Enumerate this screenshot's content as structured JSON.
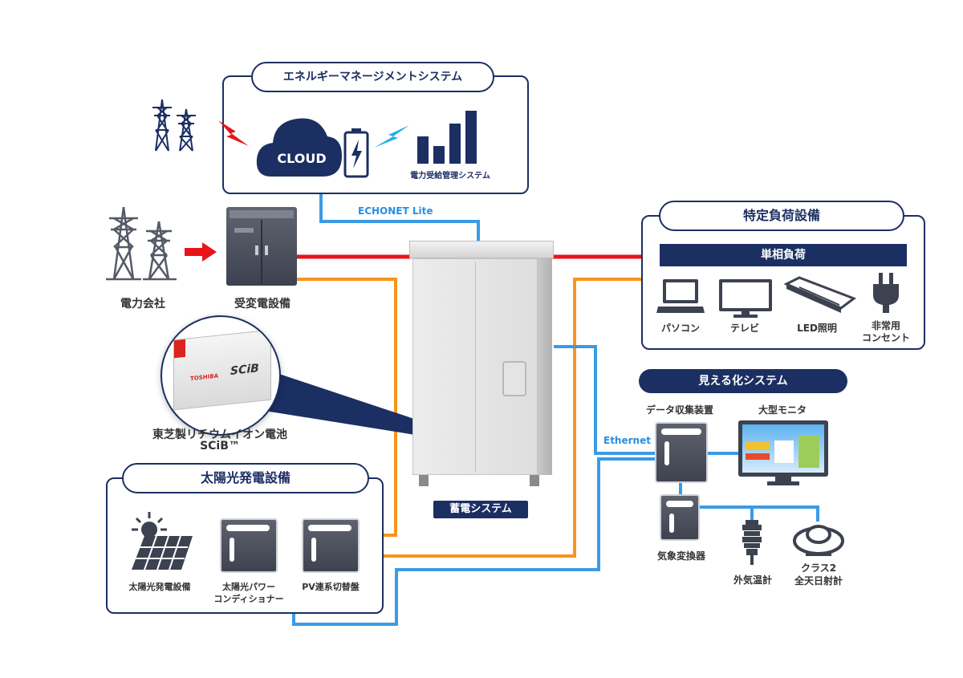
{
  "ems": {
    "title": "エネルギーマネージメントシステム",
    "cloud_label": "CLOUD",
    "mgmt_label": "電力受給管理システム"
  },
  "links": {
    "echonet": "ECHONET Lite",
    "ethernet": "Ethernet"
  },
  "grid": {
    "power_company": "電力会社",
    "substation": "受変電設備"
  },
  "battery": {
    "maker_logo": "TOSHIBA",
    "product_logo": "SCiB",
    "caption_line1": "東芝製リチウムイオン電池",
    "caption_line2": "SCiB™"
  },
  "storage": {
    "label": "蓄電システム"
  },
  "specific_load": {
    "title": "特定負荷設備",
    "subtitle": "単相負荷",
    "items": [
      {
        "label": "パソコン",
        "icon": "laptop-icon"
      },
      {
        "label": "テレビ",
        "icon": "tv-icon"
      },
      {
        "label": "LED照明",
        "icon": "led-light-icon"
      },
      {
        "label_line1": "非常用",
        "label_line2": "コンセント",
        "icon": "plug-icon"
      }
    ]
  },
  "visualization": {
    "title": "見える化システム",
    "collector": "データ収集装置",
    "monitor": "大型モニタ",
    "weather": "気象変換器",
    "thermometer": "外気温計",
    "pyranometer_line1": "クラス2",
    "pyranometer_line2": "全天日射計"
  },
  "solar": {
    "title": "太陽光発電設備",
    "panel_label": "太陽光発電設備",
    "pcs_line1": "太陽光パワー",
    "pcs_line2": "コンディショナー",
    "switch_label": "PV連系切替盤"
  },
  "colors": {
    "navy": "#1c2f63",
    "red_line": "#e8141a",
    "orange_line": "#f7941d",
    "blue_line": "#3a9be6"
  }
}
